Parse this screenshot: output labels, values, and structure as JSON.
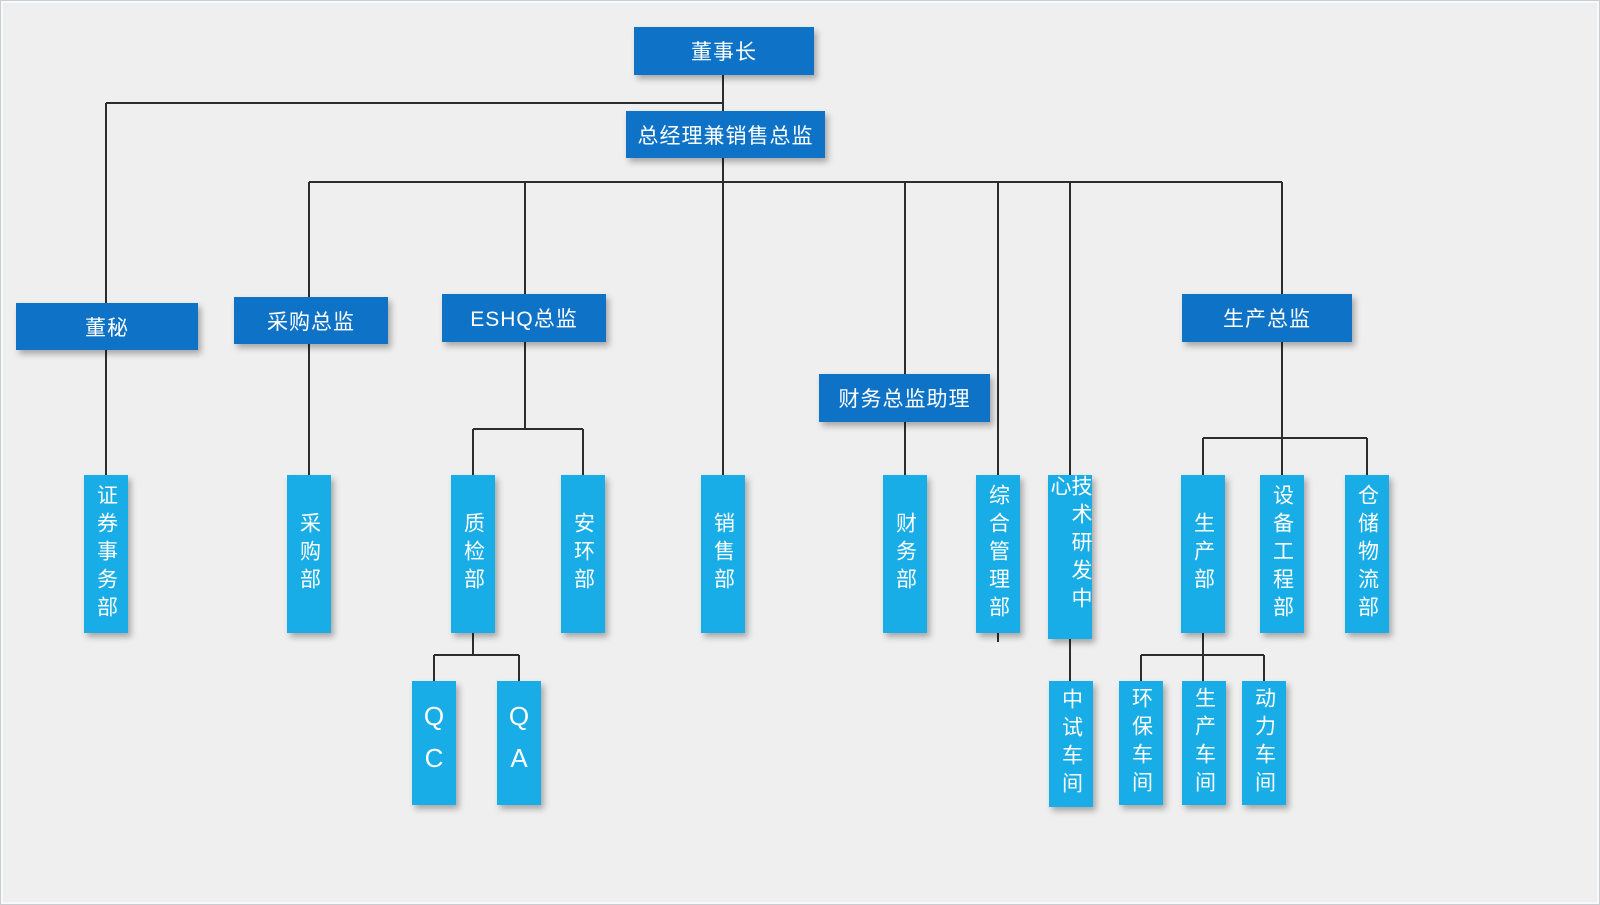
{
  "colors": {
    "primary_node": "#0e73c6",
    "secondary_node": "#18ade6",
    "connector": "#2d2d2d",
    "background": "#efeff0",
    "node_text": "#ffffff"
  },
  "nodes": {
    "chairman": {
      "label": "董事长",
      "level": 1
    },
    "gm_sales": {
      "label": "总经理兼销售总监",
      "level": 2
    },
    "board_secretary": {
      "label": "董秘",
      "level": 3
    },
    "procurement_director": {
      "label": "采购总监",
      "level": 3
    },
    "eshq_director": {
      "label": "ESHQ总监",
      "level": 3
    },
    "finance_assistant": {
      "label": "财务总监助理",
      "level": 3
    },
    "production_director": {
      "label": "生产总监",
      "level": 3
    },
    "securities_dept": {
      "label": "证券事务部",
      "level": 4
    },
    "procurement_dept": {
      "label": "采购部",
      "level": 4
    },
    "quality_inspection_dept": {
      "label": "质检部",
      "level": 4
    },
    "safety_env_dept": {
      "label": "安环部",
      "level": 4
    },
    "sales_dept": {
      "label": "销售部",
      "level": 4
    },
    "finance_dept": {
      "label": "财务部",
      "level": 4
    },
    "general_admin_dept": {
      "label": "综合管理部",
      "level": 4
    },
    "rd_center": {
      "label": "技术研发中心",
      "level": 4
    },
    "production_dept": {
      "label": "生产部",
      "level": 4
    },
    "equipment_eng_dept": {
      "label": "设备工程部",
      "level": 4
    },
    "warehouse_logistics_dept": {
      "label": "仓储物流部",
      "level": 4
    },
    "qc": {
      "label": "QC",
      "level": 5
    },
    "qa": {
      "label": "QA",
      "level": 5
    },
    "pilot_workshop": {
      "label": "中试车间",
      "level": 5
    },
    "env_workshop": {
      "label": "环保车间",
      "level": 5
    },
    "production_workshop": {
      "label": "生产车间",
      "level": 5
    },
    "power_workshop": {
      "label": "动力车间",
      "level": 5
    }
  },
  "edges": [
    [
      "chairman",
      "gm_sales"
    ],
    [
      "chairman",
      "board_secretary"
    ],
    [
      "board_secretary",
      "securities_dept"
    ],
    [
      "gm_sales",
      "procurement_director"
    ],
    [
      "gm_sales",
      "eshq_director"
    ],
    [
      "gm_sales",
      "sales_dept"
    ],
    [
      "gm_sales",
      "finance_assistant"
    ],
    [
      "gm_sales",
      "general_admin_dept"
    ],
    [
      "gm_sales",
      "rd_center"
    ],
    [
      "gm_sales",
      "production_director"
    ],
    [
      "procurement_director",
      "procurement_dept"
    ],
    [
      "eshq_director",
      "quality_inspection_dept"
    ],
    [
      "eshq_director",
      "safety_env_dept"
    ],
    [
      "finance_assistant",
      "finance_dept"
    ],
    [
      "quality_inspection_dept",
      "qc"
    ],
    [
      "quality_inspection_dept",
      "qa"
    ],
    [
      "rd_center",
      "pilot_workshop"
    ],
    [
      "production_director",
      "production_dept"
    ],
    [
      "production_director",
      "equipment_eng_dept"
    ],
    [
      "production_director",
      "warehouse_logistics_dept"
    ],
    [
      "production_dept",
      "env_workshop"
    ],
    [
      "production_dept",
      "production_workshop"
    ],
    [
      "production_dept",
      "power_workshop"
    ]
  ]
}
